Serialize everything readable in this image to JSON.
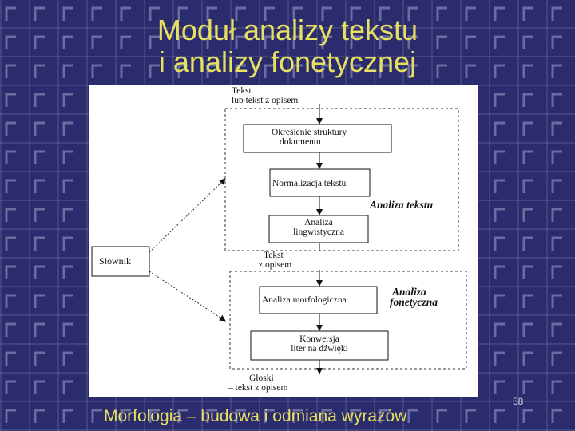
{
  "slide": {
    "title_line1": "Moduł analizy tekstu",
    "title_line2": "i analizy fonetycznej",
    "footer": "Morfologia – budowa i odmiana wyrazów",
    "page_number": "58"
  },
  "diagram": {
    "input_line1": "Tekst",
    "input_line2": "lub tekst z opisem",
    "box1_line1": "Określenie struktury",
    "box1_line2": "dokumentu",
    "box2": "Normalizacja tekstu",
    "box3_line1": "Analiza",
    "box3_line2": "lingwistyczna",
    "group1_label": "Analiza tekstu",
    "mid_line1": "Tekst",
    "mid_line2": "z opisem",
    "dictionary": "Słownik",
    "box4": "Analiza morfologiczna",
    "group2_line1": "Analiza",
    "group2_line2": "fonetyczna",
    "box5_line1": "Konwersja",
    "box5_line2": "liter na dźwięki",
    "output_line1": "Głoski",
    "output_line2": "– tekst z opisem"
  }
}
